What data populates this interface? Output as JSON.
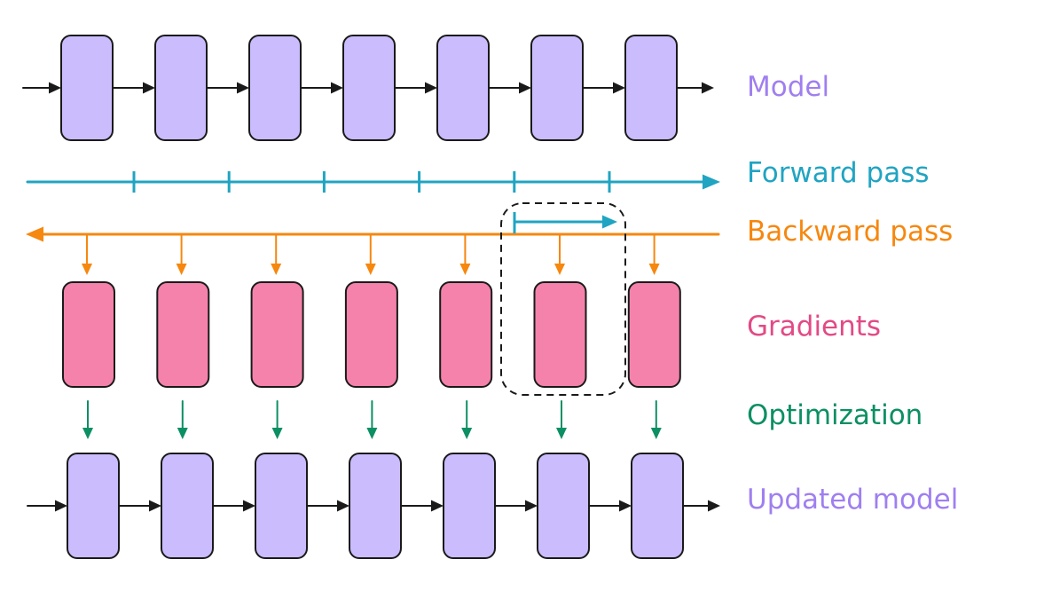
{
  "labels": {
    "model": "Model",
    "forward_pass": "Forward pass",
    "backward_pass": "Backward pass",
    "gradients": "Gradients",
    "optimization": "Optimization",
    "updated_model": "Updated model"
  },
  "colors": {
    "model_fill": "#cbbcfd",
    "model_text": "#9f7ff0",
    "forward": "#20a4c2",
    "backward": "#f6870f",
    "gradient_fill": "#f582ab",
    "gradient_text": "#e24a85",
    "optimization": "#0c8f64",
    "outline": "#1a1a1a"
  },
  "layer_count": 7,
  "highlighted_layer": 6
}
